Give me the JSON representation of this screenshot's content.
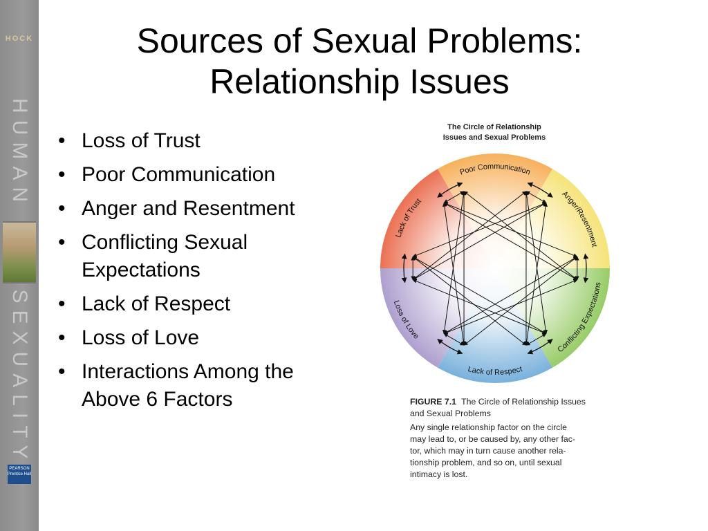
{
  "sidebar": {
    "brand": "HOCK",
    "top_word": "HUMAN",
    "bottom_word": "SEXUALITY",
    "publisher_top": "PEARSON",
    "publisher_bottom": "Prentice Hall"
  },
  "slide": {
    "title_lines": [
      "Sources of Sexual Problems:",
      "Relationship Issues"
    ],
    "bullets": [
      "Loss of Trust",
      "Poor Communication",
      "Anger and Resentment",
      "Conflicting Sexual Expectations",
      "Lack of Respect",
      "Loss of Love",
      "Interactions Among the Above 6 Factors"
    ]
  },
  "figure": {
    "title_lines": [
      "The Circle of Relationship",
      "Issues and  Sexual Problems"
    ],
    "factors": [
      "Lack of Trust",
      "Poor Communication",
      "Anger/Resentment",
      "Conflicting Expectations",
      "Lack of Respect",
      "Loss of Love"
    ],
    "segment_colors": [
      "#e9603f",
      "#f6a94a",
      "#f5e06a",
      "#8cc757",
      "#6aa9d8",
      "#a595c9"
    ],
    "caption_label": "FIGURE 7.1",
    "caption_title": "The Circle of Relationship Issues and Sexual Problems",
    "caption_lines": [
      "Any single relationship factor on the circle",
      "may lead to, or be caused by, any other fac-",
      "tor, which may in turn cause another rela-",
      "tionship problem, and so on, until sexual",
      "intimacy is lost."
    ]
  }
}
